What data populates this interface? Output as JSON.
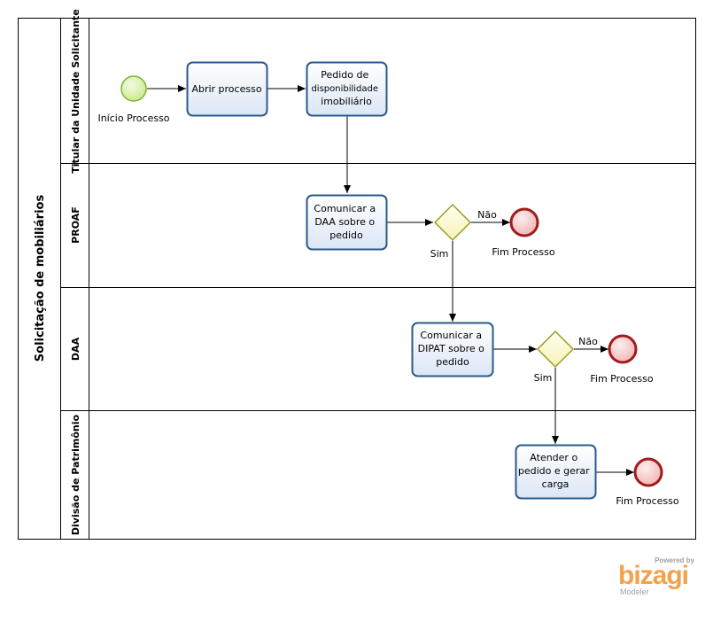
{
  "pool": {
    "title": "Solicitação de mobiliários"
  },
  "lanes": [
    {
      "id": "lane1",
      "label": "Titular da Unidade Solicitante"
    },
    {
      "id": "lane2",
      "label": "PROAF"
    },
    {
      "id": "lane3",
      "label": "DAA"
    },
    {
      "id": "lane4",
      "label": "Divisão de Patrimônio"
    }
  ],
  "start_event": {
    "label": "Início Processo"
  },
  "tasks": [
    {
      "id": "t1",
      "lines": [
        "Abrir processo"
      ]
    },
    {
      "id": "t2",
      "lines": [
        "Pedido de",
        "disponibilidade",
        "imobiliário"
      ]
    },
    {
      "id": "t3",
      "lines": [
        "Comunicar a",
        "DAA sobre o",
        "pedido"
      ]
    },
    {
      "id": "t4",
      "lines": [
        "Comunicar a",
        "DIPAT sobre o",
        "pedido"
      ]
    },
    {
      "id": "t5",
      "lines": [
        "Atender o",
        "pedido e gerar",
        "carga"
      ]
    }
  ],
  "gateways": [
    {
      "id": "g1",
      "yes_label": "Sim",
      "no_label": "Não"
    },
    {
      "id": "g2",
      "yes_label": "Sim",
      "no_label": "Não"
    }
  ],
  "end_events": [
    {
      "id": "e1",
      "label": "Fim Processo"
    },
    {
      "id": "e2",
      "label": "Fim Processo"
    },
    {
      "id": "e3",
      "label": "Fim Processo"
    }
  ],
  "branding": {
    "powered_by": "Powered by",
    "name": "bizagi",
    "product": "Modeler"
  },
  "colors": {
    "start_fill": "#d9f2a6",
    "start_stroke": "#7ab32e",
    "end_fill": "#f6c4c4",
    "end_stroke": "#a01c1c",
    "task_stroke": "#2a5a8a",
    "task_fill_top": "#ffffff",
    "task_fill_bottom": "#dbe6f6",
    "gateway_fill": "#fbfad2",
    "gateway_stroke": "#9c9c22",
    "brand": "#f2a24a"
  }
}
